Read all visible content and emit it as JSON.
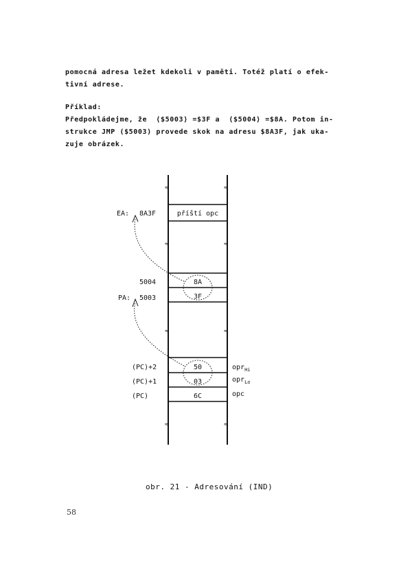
{
  "text": {
    "p1_line1": "pomocná adresa ležet kdekoli v paměti. Totéž platí o efek-",
    "p1_line2": "tivní adrese.",
    "example_heading": "Příklad:",
    "p2_line1": "Předpokládejme, že  ⟨$5003⟩ =$3F a  ⟨$5004⟩ =$8A. Potom in-",
    "p2_line2": "strukce JMP ($5003) provede skok na adresu $8A3F, jak uka-",
    "p2_line3": "zuje obrázek."
  },
  "diagram": {
    "ea_label": "EA:",
    "ea_addr": "8A3F",
    "next_opc": "příští opc",
    "addr_5004": "5004",
    "pa_label": "PA:",
    "addr_5003": "5003",
    "val_8a": "8A",
    "val_3f": "3F",
    "pc2": "(PC)+2",
    "pc1": "(PC)+1",
    "pc": "(PC)",
    "val_50": "50",
    "val_03": "03",
    "val_6c": "6C",
    "opr_hi": "opr",
    "opr_hi_sub": "Hi",
    "opr_lo": "opr",
    "opr_lo_sub": "Lo",
    "opc": "opc",
    "break_mark": "≈"
  },
  "caption": "obr. 21 - Adresování (IND)",
  "page_number": "58"
}
